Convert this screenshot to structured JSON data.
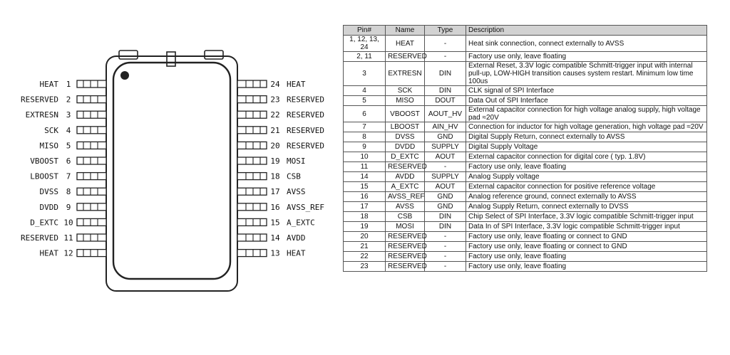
{
  "left_pins": [
    {
      "num": "1",
      "name": "HEAT"
    },
    {
      "num": "2",
      "name": "RESERVED"
    },
    {
      "num": "3",
      "name": "EXTRESN"
    },
    {
      "num": "4",
      "name": "SCK"
    },
    {
      "num": "5",
      "name": "MISO"
    },
    {
      "num": "6",
      "name": "VBOOST"
    },
    {
      "num": "7",
      "name": "LBOOST"
    },
    {
      "num": "8",
      "name": "DVSS"
    },
    {
      "num": "9",
      "name": "DVDD"
    },
    {
      "num": "10",
      "name": "D_EXTC"
    },
    {
      "num": "11",
      "name": "RESERVED"
    },
    {
      "num": "12",
      "name": "HEAT"
    }
  ],
  "right_pins": [
    {
      "num": "24",
      "name": "HEAT"
    },
    {
      "num": "23",
      "name": "RESERVED"
    },
    {
      "num": "22",
      "name": "RESERVED"
    },
    {
      "num": "21",
      "name": "RESERVED"
    },
    {
      "num": "20",
      "name": "RESERVED"
    },
    {
      "num": "19",
      "name": "MOSI"
    },
    {
      "num": "18",
      "name": "CSB"
    },
    {
      "num": "17",
      "name": "AVSS"
    },
    {
      "num": "16",
      "name": "AVSS_REF"
    },
    {
      "num": "15",
      "name": "A_EXTC"
    },
    {
      "num": "14",
      "name": "AVDD"
    },
    {
      "num": "13",
      "name": "HEAT"
    }
  ],
  "table": {
    "headers": [
      "Pin#",
      "Name",
      "Type",
      "Description"
    ],
    "rows": [
      {
        "pin": "1, 12, 13, 24",
        "name": "HEAT",
        "type": "-",
        "desc": "Heat sink connection, connect externally to AVSS"
      },
      {
        "pin": "2, 11",
        "name": "RESERVED",
        "type": "-",
        "desc": "Factory use only, leave floating"
      },
      {
        "pin": "3",
        "name": "EXTRESN",
        "type": "DIN",
        "desc": "External Reset, 3.3V logic compatible Schmitt-trigger input with internal pull-up, LOW-HIGH transition causes system restart. Minimum low time 100us"
      },
      {
        "pin": "4",
        "name": "SCK",
        "type": "DIN",
        "desc": "CLK signal of SPI Interface"
      },
      {
        "pin": "5",
        "name": "MISO",
        "type": "DOUT",
        "desc": "Data Out of SPI Interface"
      },
      {
        "pin": "6",
        "name": "VBOOST",
        "type": "AOUT_HV",
        "desc": "External capacitor connection for high voltage analog supply, high voltage pad ≈20V"
      },
      {
        "pin": "7",
        "name": "LBOOST",
        "type": "AIN_HV",
        "desc": "Connection for inductor for high voltage generation, high voltage pad ≈20V"
      },
      {
        "pin": "8",
        "name": "DVSS",
        "type": "GND",
        "desc": "Digital Supply Return, connect externally to AVSS"
      },
      {
        "pin": "9",
        "name": "DVDD",
        "type": "SUPPLY",
        "desc": "Digital Supply Voltage"
      },
      {
        "pin": "10",
        "name": "D_EXTC",
        "type": "AOUT",
        "desc": "External capacitor connection for digital core ( typ. 1.8V)"
      },
      {
        "pin": "11",
        "name": "RESERVED",
        "type": "-",
        "desc": "Factory use only, leave floating"
      },
      {
        "pin": "14",
        "name": "AVDD",
        "type": "SUPPLY",
        "desc": "Analog Supply voltage"
      },
      {
        "pin": "15",
        "name": "A_EXTC",
        "type": "AOUT",
        "desc": "External capacitor connection for positive reference voltage"
      },
      {
        "pin": "16",
        "name": "AVSS_REF",
        "type": "GND",
        "desc": "Analog reference ground, connect externally to AVSS"
      },
      {
        "pin": "17",
        "name": "AVSS",
        "type": "GND",
        "desc": "Analog Supply Return, connect externally to DVSS"
      },
      {
        "pin": "18",
        "name": "CSB",
        "type": "DIN",
        "desc": "Chip Select of SPI Interface, 3.3V logic compatible Schmitt-trigger input"
      },
      {
        "pin": "19",
        "name": "MOSI",
        "type": "DIN",
        "desc": "Data In of SPI Interface, 3.3V logic compatible Schmitt-trigger input"
      },
      {
        "pin": "20",
        "name": "RESERVED",
        "type": "-",
        "desc": "Factory use only, leave floating or connect to GND"
      },
      {
        "pin": "21",
        "name": "RESERVED",
        "type": "-",
        "desc": "Factory use only, leave floating or connect to GND"
      },
      {
        "pin": "22",
        "name": "RESERVED",
        "type": "-",
        "desc": "Factory use only, leave floating"
      },
      {
        "pin": "23",
        "name": "RESERVED",
        "type": "-",
        "desc": "Factory use only, leave floating"
      }
    ]
  }
}
